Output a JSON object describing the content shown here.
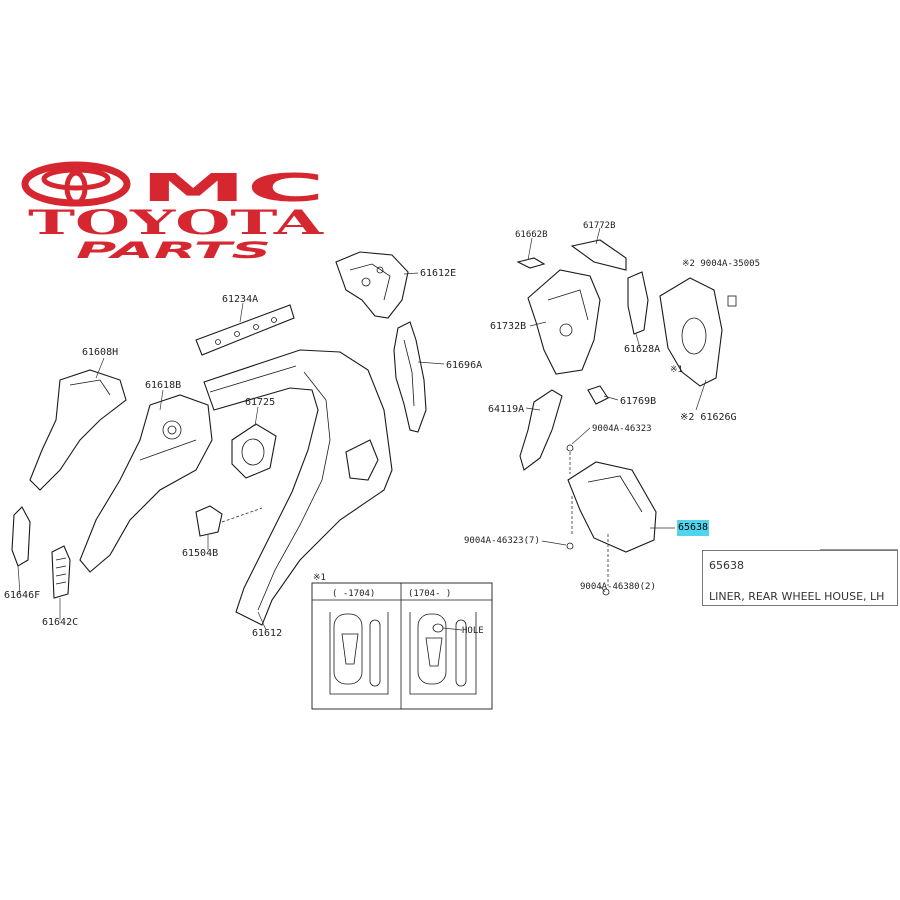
{
  "logo": {
    "line1": "MC",
    "line2": "TOYOTA",
    "line3": "PARTS",
    "color": "#d62630"
  },
  "callouts": {
    "p61608H": "61608H",
    "p61618B": "61618B",
    "p61234A": "61234A",
    "p61612E": "61612E",
    "p61696A": "61696A",
    "p61725": "61725",
    "p61504B": "61504B",
    "p61612": "61612",
    "p61646F": "61646F",
    "p61642C": "61642C",
    "p61662B": "61662B",
    "p61772B": "61772B",
    "p61732B": "61732B",
    "p61628A": "61628A",
    "p9004A35005": "※2 9004A-35005",
    "p64119A": "64119A",
    "p61769B": "61769B",
    "p61626G": "※2 61626G",
    "p9004A46323": "9004A-46323",
    "p9004A46323x7": "9004A-46323(7)",
    "p9004A46380x2": "9004A-46380(2)",
    "mark1": "※1",
    "p65638": "65638"
  },
  "inset": {
    "title_mark": "※1",
    "left_range": "(    -1704)",
    "right_range": "(1704-    )",
    "hole_label": "HOLE"
  },
  "tooltip": {
    "code": "65638",
    "description": "LINER, REAR WHEEL HOUSE, LH"
  },
  "highlight_color": "#4fd6ef"
}
